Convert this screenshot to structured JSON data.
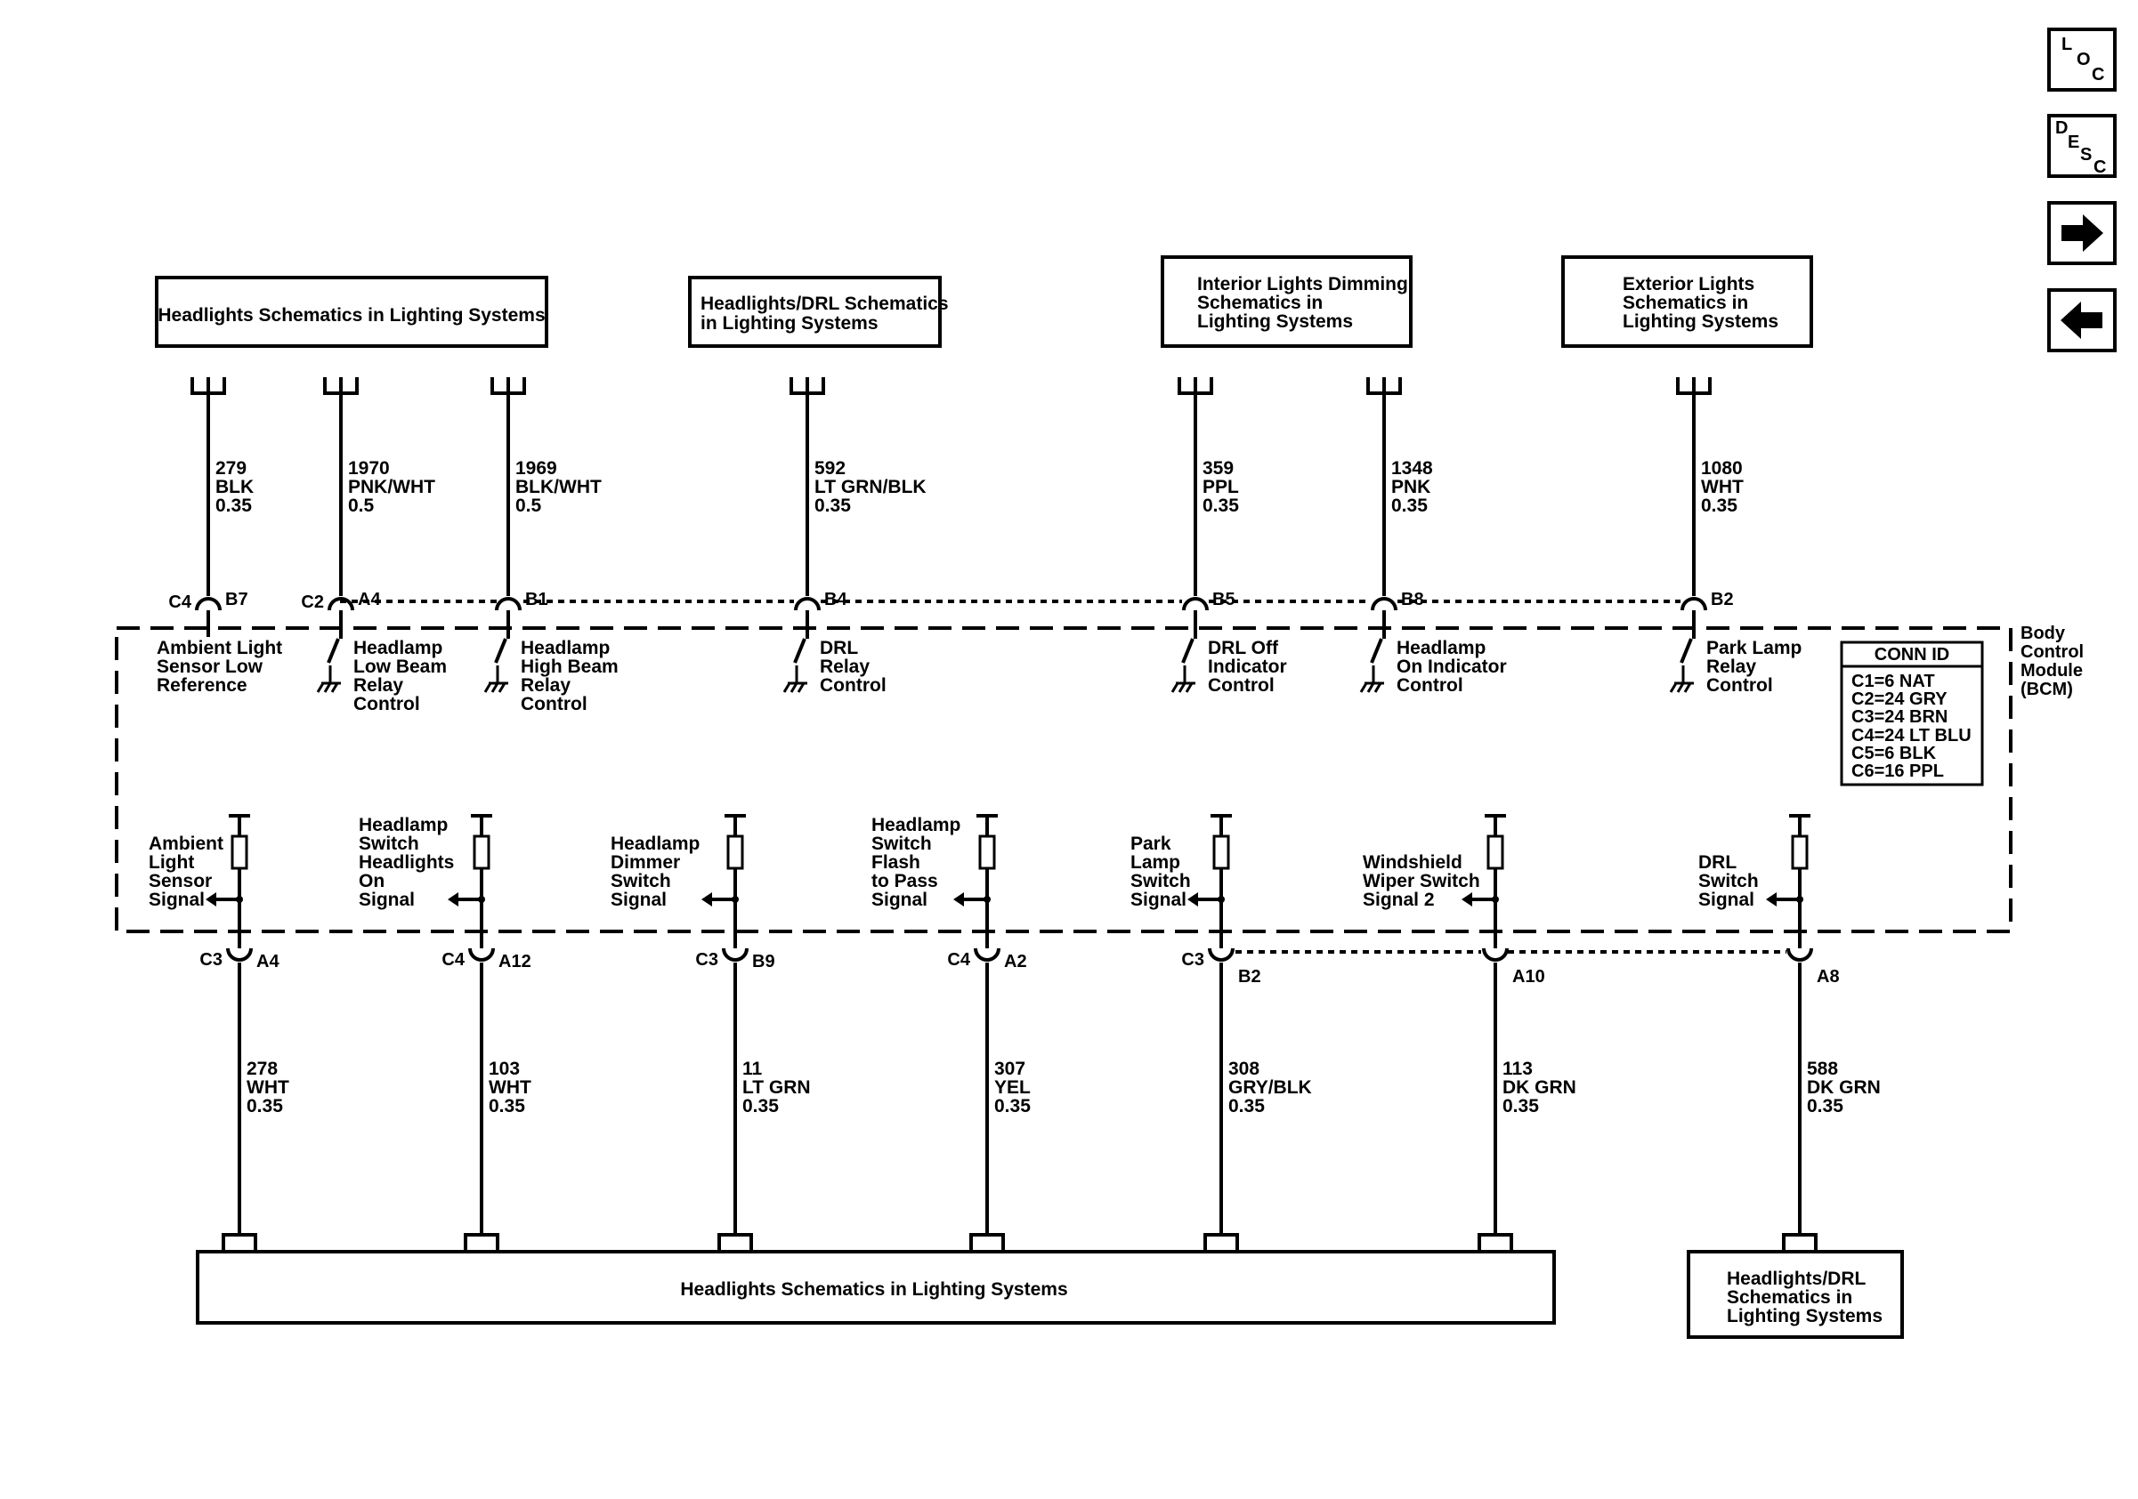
{
  "nav": {
    "loc": [
      "L",
      "O",
      "C"
    ],
    "desc": [
      "D",
      "E",
      "S",
      "C"
    ]
  },
  "top_boxes": [
    {
      "lines": [
        "Headlights Schematics in Lighting Systems"
      ]
    },
    {
      "lines": [
        "Headlights/DRL Schematics",
        "in Lighting Systems"
      ]
    },
    {
      "lines": [
        "Interior Lights Dimming",
        "Schematics in",
        "Lighting Systems"
      ]
    },
    {
      "lines": [
        "Exterior Lights",
        "Schematics in",
        "Lighting Systems"
      ]
    }
  ],
  "top_circuits": [
    {
      "circuit": "279",
      "color": "BLK",
      "gauge": "0.35",
      "conn": "C4",
      "pin": "B7",
      "desc": [
        "Ambient Light",
        "Sensor Low",
        "Reference"
      ]
    },
    {
      "circuit": "1970",
      "color": "PNK/WHT",
      "gauge": "0.5",
      "conn": "C2",
      "pin": "A4",
      "desc": [
        "Headlamp",
        "Low Beam",
        "Relay",
        "Control"
      ]
    },
    {
      "circuit": "1969",
      "color": "BLK/WHT",
      "gauge": "0.5",
      "conn": "",
      "pin": "B1",
      "desc": [
        "Headlamp",
        "High Beam",
        "Relay",
        "Control"
      ]
    },
    {
      "circuit": "592",
      "color": "LT GRN/BLK",
      "gauge": "0.35",
      "conn": "",
      "pin": "B4",
      "desc": [
        "DRL",
        "Relay",
        "Control"
      ]
    },
    {
      "circuit": "359",
      "color": "PPL",
      "gauge": "0.35",
      "conn": "",
      "pin": "B5",
      "desc": [
        "DRL Off",
        "Indicator",
        "Control"
      ]
    },
    {
      "circuit": "1348",
      "color": "PNK",
      "gauge": "0.35",
      "conn": "",
      "pin": "B8",
      "desc": [
        "Headlamp",
        "On Indicator",
        "Control"
      ]
    },
    {
      "circuit": "1080",
      "color": "WHT",
      "gauge": "0.35",
      "conn": "",
      "pin": "B2",
      "desc": [
        "Park Lamp",
        "Relay",
        "Control"
      ]
    }
  ],
  "module": {
    "name": [
      "Body",
      "Control",
      "Module",
      "(BCM)"
    ],
    "conn_id_title": "CONN ID",
    "conn_ids": [
      "C1=6 NAT",
      "C2=24 GRY",
      "C3=24 BRN",
      "C4=24 LT BLU",
      "C5=6 BLK",
      "C6=16 PPL"
    ]
  },
  "bottom_circuits": [
    {
      "circuit": "278",
      "color": "WHT",
      "gauge": "0.35",
      "conn": "C3",
      "pin": "A4",
      "desc": [
        "Ambient",
        "Light",
        "Sensor",
        "Signal"
      ]
    },
    {
      "circuit": "103",
      "color": "WHT",
      "gauge": "0.35",
      "conn": "C4",
      "pin": "A12",
      "desc": [
        "Headlamp",
        "Switch",
        "Headlights",
        "On",
        "Signal"
      ]
    },
    {
      "circuit": "11",
      "color": "LT GRN",
      "gauge": "0.35",
      "conn": "C3",
      "pin": "B9",
      "desc": [
        "Headlamp",
        "Dimmer",
        "Switch",
        "Signal"
      ]
    },
    {
      "circuit": "307",
      "color": "YEL",
      "gauge": "0.35",
      "conn": "C4",
      "pin": "A2",
      "desc": [
        "Headlamp",
        "Switch",
        "Flash",
        "to Pass",
        "Signal"
      ]
    },
    {
      "circuit": "308",
      "color": "GRY/BLK",
      "gauge": "0.35",
      "conn": "C3",
      "pin": "B2",
      "desc": [
        "Park",
        "Lamp",
        "Switch",
        "Signal"
      ]
    },
    {
      "circuit": "113",
      "color": "DK GRN",
      "gauge": "0.35",
      "conn": "",
      "pin": "A10",
      "desc": [
        "Windshield",
        "Wiper Switch",
        "Signal 2"
      ]
    },
    {
      "circuit": "588",
      "color": "DK GRN",
      "gauge": "0.35",
      "conn": "",
      "pin": "A8",
      "desc": [
        "DRL",
        "Switch",
        "Signal"
      ]
    }
  ],
  "bottom_boxes": [
    {
      "lines": [
        "Headlights Schematics in Lighting Systems"
      ]
    },
    {
      "lines": [
        "Headlights/DRL",
        "Schematics in",
        "Lighting Systems"
      ]
    }
  ]
}
